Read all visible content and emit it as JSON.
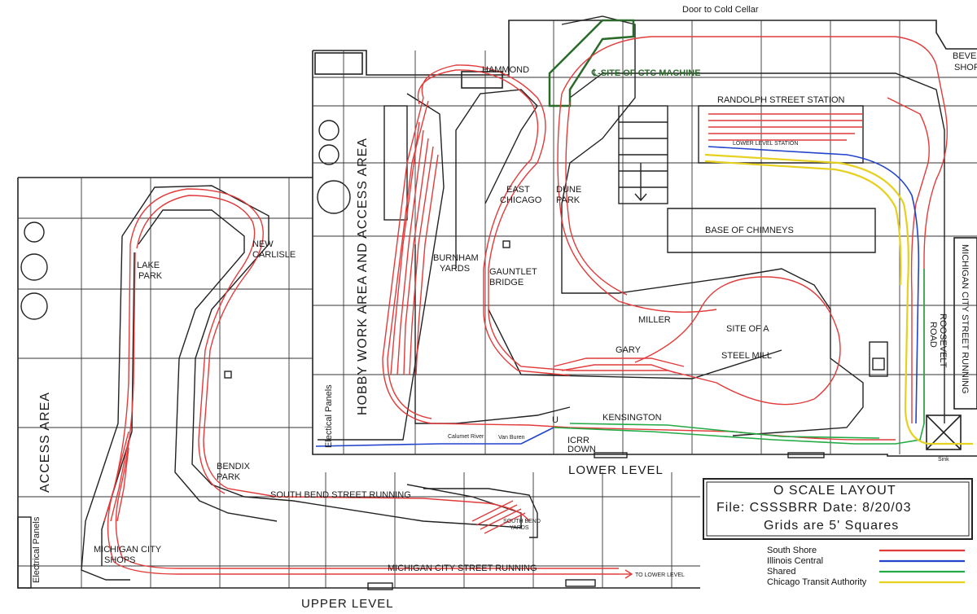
{
  "labels": {
    "door": "Door to Cold Cellar",
    "hammond": "HAMMOND",
    "ctc": "℄-SITE OF CTC MACHINE",
    "randolph": "RANDOLPH STREET STATION",
    "lower_level_station": "LOWER LEVEL STATION",
    "beverly": "BEVE",
    "beverly2": "SHOP",
    "east_chicago": [
      "EAST",
      "CHICAGO"
    ],
    "dune_park": [
      "DUNE",
      "PARK"
    ],
    "base_chimneys": "BASE OF CHIMNEYS",
    "burnham": [
      "BURNHAM",
      "YARDS"
    ],
    "gauntlet": [
      "GAUNTLET",
      "BRIDGE"
    ],
    "miller": "MILLER",
    "steel_mill": [
      "SITE OF A",
      "STEEL MILL"
    ],
    "gary": "GARY",
    "kensington": "KENSINGTON",
    "calumet": "Calumet River",
    "van_buren": "Van Buren",
    "icrr_down": [
      "ICRR",
      "DOWN"
    ],
    "lower_level": "LOWER LEVEL",
    "upper_level": "UPPER LEVEL",
    "hobby": "HOBBY WORK AREA AND ACCESS AREA",
    "electrical_panels": "Electical Panels",
    "electrical_panels_lower": "Electrical Panels",
    "access_area": "ACCESS AREA",
    "new_carlisle": [
      "NEW",
      "CARLISLE"
    ],
    "lake_park": [
      "LAKE",
      "PARK"
    ],
    "bendix": [
      "BENDIX",
      "PARK"
    ],
    "south_bend_street": "SOUTH BEND STREET RUNNING",
    "south_bend_yards": [
      "SOUTH BEND",
      "YARDS"
    ],
    "mc_shops": [
      "MICHIGAN CITY",
      "SHOPS"
    ],
    "mc_street": "MICHIGAN CITY STREET RUNNING",
    "to_lower": "TO LOWER LEVEL",
    "mc_street_vert": "MICHIGAN CITY STREET RUNNING",
    "roosevelt": [
      "ROOSEVELT",
      "ROAD"
    ],
    "sink": "Sink",
    "arrow_mark": "U"
  },
  "title_block": {
    "line1": "O SCALE LAYOUT",
    "line2": "File: CSSSBRR     Date: 8/20/03",
    "line3": "Grids are 5' Squares"
  },
  "legend": [
    {
      "name": "South Shore",
      "color": "#e23b3b"
    },
    {
      "name": "Illinois Central",
      "color": "#2244cc"
    },
    {
      "name": "Shared",
      "color": "#22aa44"
    },
    {
      "name": "Chicago Transit Authority",
      "color": "#e6d020"
    }
  ]
}
